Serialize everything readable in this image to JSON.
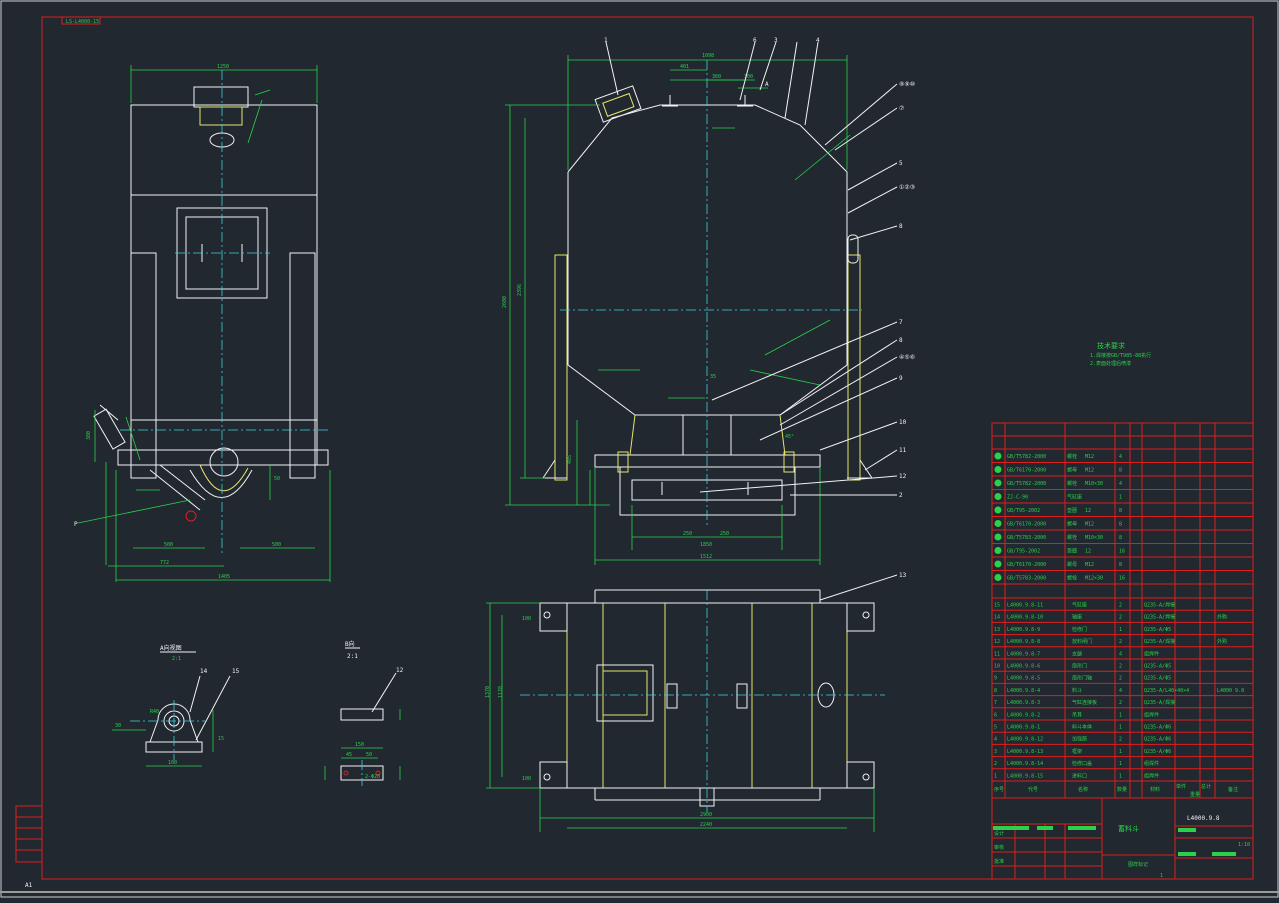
{
  "drawing": {
    "stamp_top_left": "LS-L4000-15",
    "sheet_size": "A1",
    "view_labels": {
      "section_a": "A向视图",
      "scale_a": "2:1",
      "detail_b": "B向",
      "scale_b": "2:1"
    },
    "detail_mark": "P",
    "arrow_mark": "A",
    "front_dims": [
      "1250",
      "772",
      "1405",
      "500",
      "500",
      "380",
      "50",
      "345"
    ],
    "side_dims": [
      "1098",
      "401",
      "360",
      "300",
      "2600",
      "2396",
      "485",
      "1850",
      "1512",
      "250",
      "250",
      "1900",
      "45°",
      "35"
    ],
    "top_dims": [
      "2900",
      "2240",
      "1370",
      "1178",
      "100"
    ],
    "detail_dims": [
      "R40",
      "100",
      "30",
      "150",
      "45",
      "50",
      "2-Φ20",
      "15",
      "12"
    ],
    "balloons": [
      "1",
      "6",
      "3",
      "4",
      "⑧⑨⑩",
      "⑦",
      "5",
      "①②③",
      "8",
      "7",
      "8",
      "④⑤⑥",
      "9",
      "10",
      "11",
      "12",
      "2",
      "13",
      "14",
      "15"
    ],
    "notes": {
      "title": "技术要求",
      "lines": [
        "1.焊接按GB/T985-88执行",
        "2.表面处理后喷漆"
      ]
    }
  },
  "parts_table": {
    "standard_rows": [
      {
        "code": "GB/T5782-2000",
        "name": "螺栓",
        "spec": "M12",
        "qty": "4",
        "note": ""
      },
      {
        "code": "GB/T6170-2000",
        "name": "螺母",
        "spec": "M12",
        "qty": "8",
        "note": ""
      },
      {
        "code": "GB/T5782-2000",
        "name": "螺栓",
        "spec": "M10×30",
        "qty": "4",
        "note": ""
      },
      {
        "code": "ZJ-C-90",
        "name": "气缸座",
        "spec": "",
        "qty": "1",
        "note": ""
      },
      {
        "code": "GB/T95-2002",
        "name": "垫圈",
        "spec": "12",
        "qty": "8",
        "note": ""
      },
      {
        "code": "GB/T6170-2000",
        "name": "螺母",
        "spec": "M12",
        "qty": "8",
        "note": ""
      },
      {
        "code": "GB/T5783-2000",
        "name": "螺栓",
        "spec": "M10×30",
        "qty": "8",
        "note": ""
      },
      {
        "code": "GB/T95-2002",
        "name": "垫圈",
        "spec": "12",
        "qty": "16",
        "note": ""
      },
      {
        "code": "GB/T6170-2000",
        "name": "螺母",
        "spec": "M12",
        "qty": "8",
        "note": ""
      },
      {
        "code": "GB/T5783-2000",
        "name": "螺栓",
        "spec": "M12×30",
        "qty": "16",
        "note": ""
      }
    ],
    "part_rows": [
      {
        "no": "15",
        "code": "L4000.9.8-11",
        "name": "气缸座",
        "qty": "2",
        "material": "Q235-A/焊接",
        "note": ""
      },
      {
        "no": "14",
        "code": "L4000.9.8-10",
        "name": "轴座",
        "qty": "2",
        "material": "Q235-A/焊接",
        "note": "外购"
      },
      {
        "no": "13",
        "code": "L4000.9.8-9",
        "name": "检修门",
        "qty": "1",
        "material": "Q235-A/Φ5",
        "note": ""
      },
      {
        "no": "12",
        "code": "L4000.9.8-8",
        "name": "放料闸门",
        "qty": "2",
        "material": "Q235-A/焊接",
        "note": "外购"
      },
      {
        "no": "11",
        "code": "L4000.9.8-7",
        "name": "支腿",
        "qty": "4",
        "material": "组焊件",
        "note": ""
      },
      {
        "no": "10",
        "code": "L4000.9.8-6",
        "name": "扇形门",
        "qty": "2",
        "material": "Q235-A/Φ5",
        "note": ""
      },
      {
        "no": "9",
        "code": "L4000.9.8-5",
        "name": "扇形门轴",
        "qty": "2",
        "material": "Q235-A/Φ5",
        "note": ""
      },
      {
        "no": "8",
        "code": "L4000.9.8-4",
        "name": "料斗",
        "qty": "4",
        "material": "Q235-A/L40×40×4",
        "note": "L4000 9.8"
      },
      {
        "no": "7",
        "code": "L4000.9.8-3",
        "name": "气缸连接板",
        "qty": "2",
        "material": "Q235-A/焊接",
        "note": ""
      },
      {
        "no": "6",
        "code": "L4000.9.8-2",
        "name": "吊耳",
        "qty": "1",
        "material": "组焊件",
        "note": ""
      },
      {
        "no": "5",
        "code": "L4000.9.8-1",
        "name": "料斗本体",
        "qty": "1",
        "material": "Q235-A/Φ6",
        "note": ""
      },
      {
        "no": "4",
        "code": "L4000.9.8-12",
        "name": "加强筋",
        "qty": "2",
        "material": "Q235-A/Φ6",
        "note": ""
      },
      {
        "no": "3",
        "code": "L4000.9.8-13",
        "name": "框架",
        "qty": "1",
        "material": "Q235-A/Φ6",
        "note": ""
      },
      {
        "no": "2",
        "code": "L4000.9.8-14",
        "name": "检修口盖",
        "qty": "1",
        "material": "组焊件",
        "note": ""
      },
      {
        "no": "1",
        "code": "L4000.9.8-15",
        "name": "进料口",
        "qty": "1",
        "material": "组焊件",
        "note": ""
      }
    ],
    "header": {
      "no": "序号",
      "code": "代号",
      "name": "名称",
      "qty": "数量",
      "material": "材料",
      "single": "单件",
      "total": "总计",
      "weight": "重量",
      "note": "备注"
    }
  },
  "title_block": {
    "drawing_title": "蓄料斗",
    "drawing_number": "L4000.9.8",
    "scale": "1:10",
    "sheet": "1",
    "stage": "图样标记",
    "design": "设计",
    "check": "审核",
    "approve": "批准"
  }
}
